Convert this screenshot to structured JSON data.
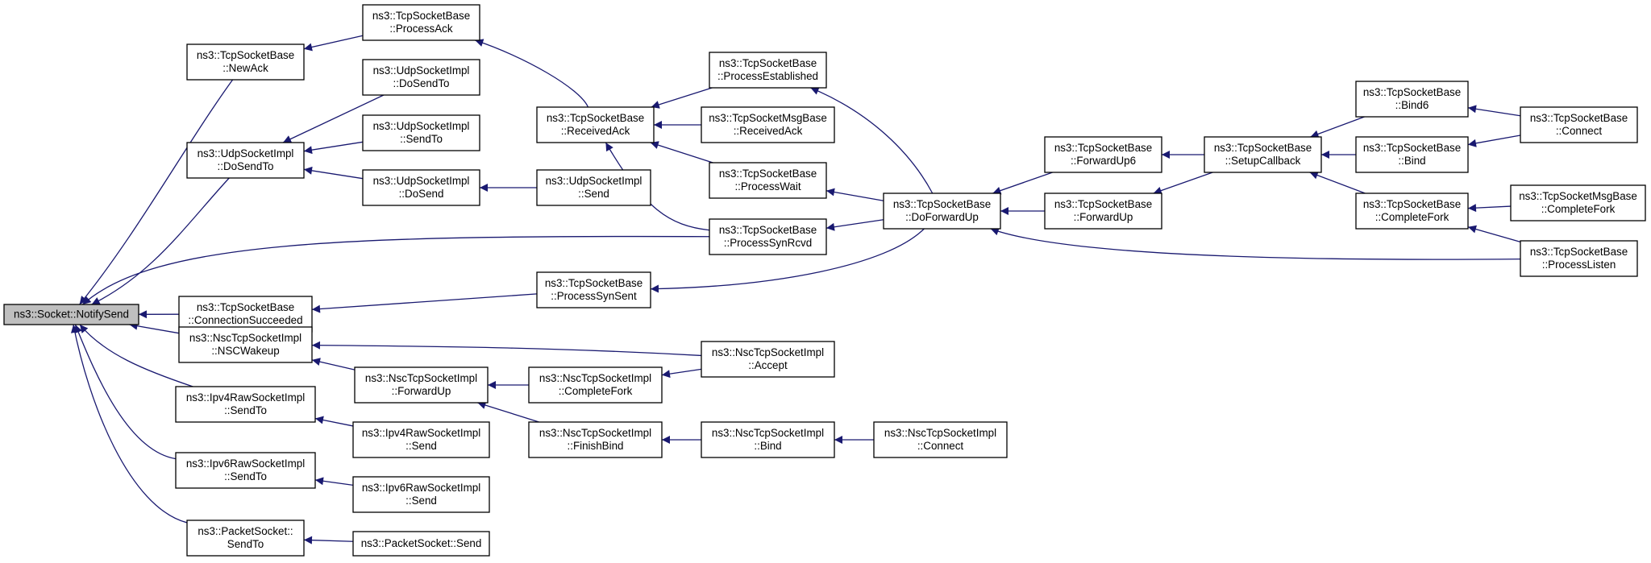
{
  "graph": {
    "title": "",
    "edge_color": "#191970",
    "root_fill": "#bfbfbf",
    "nodes": [
      {
        "id": "notifysend",
        "lines": [
          "ns3::Socket::NotifySend"
        ],
        "root": true
      },
      {
        "id": "tcp_newack",
        "lines": [
          "ns3::TcpSocketBase",
          "::NewAck"
        ]
      },
      {
        "id": "tcp_processack",
        "lines": [
          "ns3::TcpSocketBase",
          "::ProcessAck"
        ]
      },
      {
        "id": "tcp_receivedack",
        "lines": [
          "ns3::TcpSocketBase",
          "::ReceivedAck"
        ]
      },
      {
        "id": "udpimpl_dosendto",
        "lines": [
          "ns3::UdpSocketImpl",
          "::DoSendTo"
        ]
      },
      {
        "id": "udpimpl_dosendto2",
        "lines": [
          "ns3::UdpSocketImpl",
          "::DoSendTo"
        ]
      },
      {
        "id": "udpimpl_sendto",
        "lines": [
          "ns3::UdpSocketImpl",
          "::SendTo"
        ]
      },
      {
        "id": "udpimpl_dosend",
        "lines": [
          "ns3::UdpSocketImpl",
          "::DoSend"
        ]
      },
      {
        "id": "udpimpl_send",
        "lines": [
          "ns3::UdpSocketImpl",
          "::Send"
        ]
      },
      {
        "id": "tcp_processestablished",
        "lines": [
          "ns3::TcpSocketBase",
          "::ProcessEstablished"
        ]
      },
      {
        "id": "tcpmsg_receivedack",
        "lines": [
          "ns3::TcpSocketMsgBase",
          "::ReceivedAck"
        ]
      },
      {
        "id": "tcp_processwait",
        "lines": [
          "ns3::TcpSocketBase",
          "::ProcessWait"
        ]
      },
      {
        "id": "tcp_processsynrcvd",
        "lines": [
          "ns3::TcpSocketBase",
          "::ProcessSynRcvd"
        ]
      },
      {
        "id": "tcp_doforwardup",
        "lines": [
          "ns3::TcpSocketBase",
          "::DoForwardUp"
        ]
      },
      {
        "id": "tcp_forwardup6",
        "lines": [
          "ns3::TcpSocketBase",
          "::ForwardUp6"
        ]
      },
      {
        "id": "tcp_forwardup",
        "lines": [
          "ns3::TcpSocketBase",
          "::ForwardUp"
        ]
      },
      {
        "id": "tcp_setupcallback",
        "lines": [
          "ns3::TcpSocketBase",
          "::SetupCallback"
        ]
      },
      {
        "id": "tcp_bind6",
        "lines": [
          "ns3::TcpSocketBase",
          "::Bind6"
        ]
      },
      {
        "id": "tcp_bind",
        "lines": [
          "ns3::TcpSocketBase",
          "::Bind"
        ]
      },
      {
        "id": "tcp_connect",
        "lines": [
          "ns3::TcpSocketBase",
          "::Connect"
        ]
      },
      {
        "id": "tcp_completefork",
        "lines": [
          "ns3::TcpSocketBase",
          "::CompleteFork"
        ]
      },
      {
        "id": "tcpmsg_completefork",
        "lines": [
          "ns3::TcpSocketMsgBase",
          "::CompleteFork"
        ]
      },
      {
        "id": "tcp_processlisten",
        "lines": [
          "ns3::TcpSocketBase",
          "::ProcessListen"
        ]
      },
      {
        "id": "tcp_connectionsucceeded",
        "lines": [
          "ns3::TcpSocketBase",
          "::ConnectionSucceeded"
        ]
      },
      {
        "id": "tcp_processsynsent",
        "lines": [
          "ns3::TcpSocketBase",
          "::ProcessSynSent"
        ]
      },
      {
        "id": "nsc_nscwakeup",
        "lines": [
          "ns3::NscTcpSocketImpl",
          "::NSCWakeup"
        ]
      },
      {
        "id": "nsc_accept",
        "lines": [
          "ns3::NscTcpSocketImpl",
          "::Accept"
        ]
      },
      {
        "id": "nsc_forwardup",
        "lines": [
          "ns3::NscTcpSocketImpl",
          "::ForwardUp"
        ]
      },
      {
        "id": "nsc_completefork",
        "lines": [
          "ns3::NscTcpSocketImpl",
          "::CompleteFork"
        ]
      },
      {
        "id": "nsc_finishbind",
        "lines": [
          "ns3::NscTcpSocketImpl",
          "::FinishBind"
        ]
      },
      {
        "id": "nsc_bind",
        "lines": [
          "ns3::NscTcpSocketImpl",
          "::Bind"
        ]
      },
      {
        "id": "nsc_connect",
        "lines": [
          "ns3::NscTcpSocketImpl",
          "::Connect"
        ]
      },
      {
        "id": "ipv4raw_sendto",
        "lines": [
          "ns3::Ipv4RawSocketImpl",
          "::SendTo"
        ]
      },
      {
        "id": "ipv4raw_send",
        "lines": [
          "ns3::Ipv4RawSocketImpl",
          "::Send"
        ]
      },
      {
        "id": "ipv6raw_sendto",
        "lines": [
          "ns3::Ipv6RawSocketImpl",
          "::SendTo"
        ]
      },
      {
        "id": "ipv6raw_send",
        "lines": [
          "ns3::Ipv6RawSocketImpl",
          "::Send"
        ]
      },
      {
        "id": "packet_sendto",
        "lines": [
          "ns3::PacketSocket::",
          "SendTo"
        ]
      },
      {
        "id": "packet_send",
        "lines": [
          "ns3::PacketSocket::Send"
        ]
      }
    ],
    "edges": [
      {
        "from": "tcp_newack",
        "to": "notifysend"
      },
      {
        "from": "udpimpl_dosendto",
        "to": "notifysend"
      },
      {
        "from": "tcp_processsynrcvd",
        "to": "notifysend"
      },
      {
        "from": "tcp_connectionsucceeded",
        "to": "notifysend"
      },
      {
        "from": "nsc_nscwakeup",
        "to": "notifysend"
      },
      {
        "from": "ipv4raw_sendto",
        "to": "notifysend"
      },
      {
        "from": "ipv6raw_sendto",
        "to": "notifysend"
      },
      {
        "from": "packet_sendto",
        "to": "notifysend"
      },
      {
        "from": "tcp_processack",
        "to": "tcp_newack"
      },
      {
        "from": "tcp_receivedack",
        "to": "tcp_processack"
      },
      {
        "from": "udpimpl_dosendto2",
        "to": "udpimpl_dosendto"
      },
      {
        "from": "udpimpl_sendto",
        "to": "udpimpl_dosendto"
      },
      {
        "from": "udpimpl_dosend",
        "to": "udpimpl_dosendto"
      },
      {
        "from": "udpimpl_send",
        "to": "udpimpl_dosend"
      },
      {
        "from": "tcp_processestablished",
        "to": "tcp_receivedack"
      },
      {
        "from": "tcpmsg_receivedack",
        "to": "tcp_receivedack"
      },
      {
        "from": "tcp_processwait",
        "to": "tcp_receivedack"
      },
      {
        "from": "tcp_processsynrcvd",
        "to": "tcp_receivedack"
      },
      {
        "from": "tcp_doforwardup",
        "to": "tcp_processestablished"
      },
      {
        "from": "tcp_doforwardup",
        "to": "tcp_processwait"
      },
      {
        "from": "tcp_doforwardup",
        "to": "tcp_processsynrcvd"
      },
      {
        "from": "tcp_doforwardup",
        "to": "tcp_processsynsent"
      },
      {
        "from": "tcp_forwardup6",
        "to": "tcp_doforwardup"
      },
      {
        "from": "tcp_forwardup",
        "to": "tcp_doforwardup"
      },
      {
        "from": "tcp_setupcallback",
        "to": "tcp_forwardup6"
      },
      {
        "from": "tcp_setupcallback",
        "to": "tcp_forwardup"
      },
      {
        "from": "tcp_bind6",
        "to": "tcp_setupcallback"
      },
      {
        "from": "tcp_bind",
        "to": "tcp_setupcallback"
      },
      {
        "from": "tcp_completefork",
        "to": "tcp_setupcallback"
      },
      {
        "from": "tcp_connect",
        "to": "tcp_bind6"
      },
      {
        "from": "tcp_connect",
        "to": "tcp_bind"
      },
      {
        "from": "tcpmsg_completefork",
        "to": "tcp_completefork"
      },
      {
        "from": "tcp_processlisten",
        "to": "tcp_completefork"
      },
      {
        "from": "tcp_processlisten",
        "to": "tcp_doforwardup"
      },
      {
        "from": "tcp_processsynsent",
        "to": "tcp_connectionsucceeded"
      },
      {
        "from": "nsc_accept",
        "to": "nsc_nscwakeup"
      },
      {
        "from": "nsc_forwardup",
        "to": "nsc_nscwakeup"
      },
      {
        "from": "nsc_accept",
        "to": "nsc_completefork"
      },
      {
        "from": "nsc_completefork",
        "to": "nsc_forwardup"
      },
      {
        "from": "nsc_finishbind",
        "to": "nsc_forwardup"
      },
      {
        "from": "nsc_bind",
        "to": "nsc_finishbind"
      },
      {
        "from": "nsc_connect",
        "to": "nsc_bind"
      },
      {
        "from": "ipv4raw_send",
        "to": "ipv4raw_sendto"
      },
      {
        "from": "ipv6raw_send",
        "to": "ipv6raw_sendto"
      },
      {
        "from": "packet_send",
        "to": "packet_sendto"
      }
    ]
  }
}
